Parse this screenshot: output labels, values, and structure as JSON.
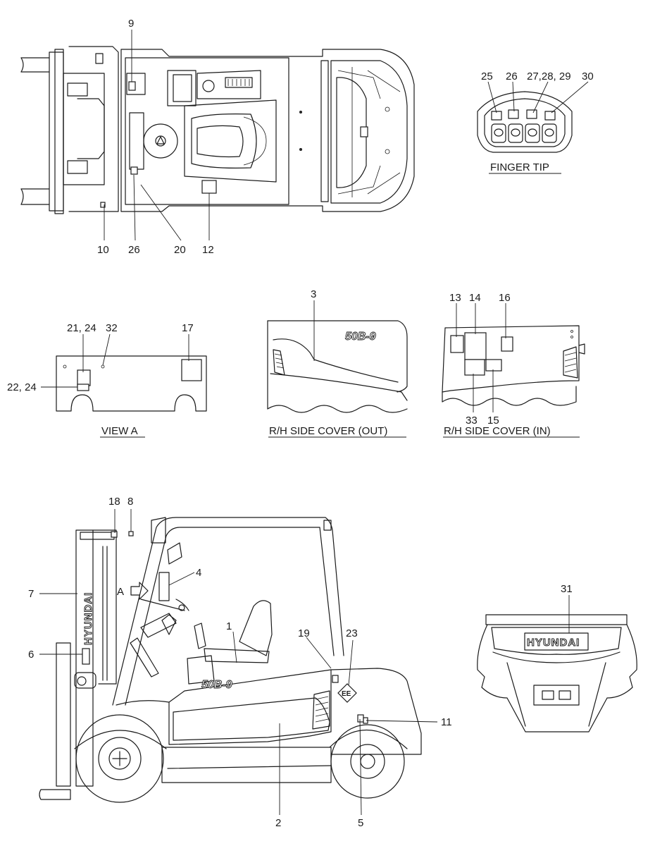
{
  "captions": {
    "finger_tip": "FINGER TIP",
    "view_a": "VIEW A",
    "side_out": "R/H SIDE COVER (OUT)",
    "side_in": "R/H SIDE COVER (IN)"
  },
  "markings": {
    "model_top": "50B-9",
    "model_side": "50B-9",
    "brand_mast": "HYUNDAI",
    "brand_rear": "HYUNDAI",
    "ee_badge": "EE",
    "view_arrow": "A"
  },
  "callouts": {
    "top_view": [
      "9",
      "10",
      "26",
      "20",
      "12"
    ],
    "finger_tip": [
      "25",
      "26",
      "27,28, 29",
      "30"
    ],
    "view_a": [
      "21, 24",
      "32",
      "17",
      "22, 24"
    ],
    "side_out": [
      "3"
    ],
    "side_in": [
      "13",
      "14",
      "16",
      "33",
      "15"
    ],
    "side_view": [
      "18",
      "8",
      "4",
      "7",
      "1",
      "6",
      "19",
      "23",
      "11",
      "2",
      "5"
    ],
    "rear": [
      "31"
    ]
  }
}
